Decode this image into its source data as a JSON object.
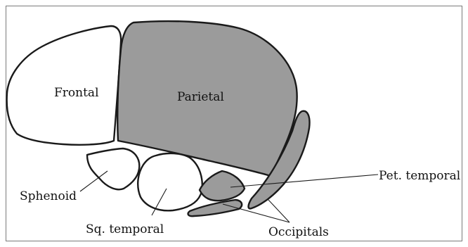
{
  "colors": {
    "frame": "#7a7a7a",
    "outline": "#1a1a1a",
    "shaded_fill": "#9b9b9b",
    "unshaded_fill": "#ffffff"
  },
  "bones": [
    {
      "id": "frontal",
      "label": "Frontal",
      "shaded": false
    },
    {
      "id": "parietal",
      "label": "Parietal",
      "shaded": true
    },
    {
      "id": "sphenoid",
      "label": "Sphenoid",
      "shaded": false
    },
    {
      "id": "sq-temporal",
      "label": "Sq. temporal",
      "shaded": false
    },
    {
      "id": "pet-temporal",
      "label": "Pet. temporal",
      "shaded": true
    },
    {
      "id": "occipitals",
      "label": "Occipitals",
      "shaded": true,
      "pieces": 2
    }
  ]
}
